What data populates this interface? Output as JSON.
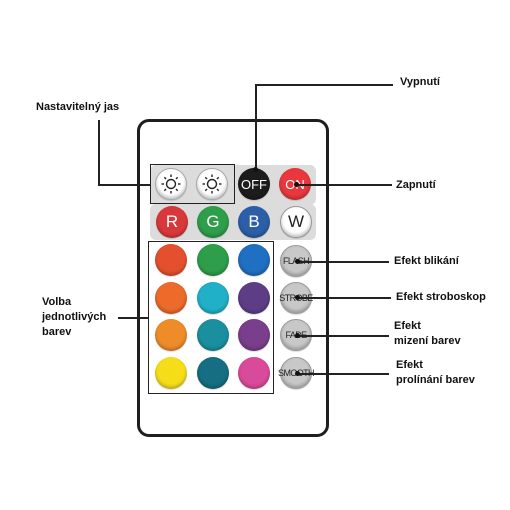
{
  "buttons": {
    "off": "OFF",
    "on": "ON",
    "r": "R",
    "g": "G",
    "b": "B",
    "w": "W",
    "flash": "FLASH",
    "strobe": "STROBE",
    "fade": "FADE",
    "smooth": "SMOOTH"
  },
  "colors": {
    "off_button": "#1c1c1c",
    "on_button": "#e8383d",
    "r_button": "#d9383b",
    "g_button": "#2e9e4a",
    "b_button": "#2c5fa8",
    "w_button": "#ffffff",
    "color_grid": [
      "#e4502e",
      "#2e9e4a",
      "#1f6fc2",
      "#ec6a2a",
      "#20b0c8",
      "#5d3e86",
      "#ee8c2a",
      "#1a8fa0",
      "#7a3e8c",
      "#f5dd1a",
      "#156e82",
      "#d94a9a"
    ]
  },
  "annotations": {
    "brightness": "Nastavitelný jas",
    "off": "Vypnutí",
    "on": "Zapnutí",
    "color_select": [
      "Volba",
      "jednotlivých",
      "barev"
    ],
    "flash": "Efekt blikání",
    "strobe": "Efekt stroboskop",
    "fade": [
      "Efekt",
      "mizení barev"
    ],
    "smooth": [
      "Efekt",
      "prolínání barev"
    ]
  }
}
